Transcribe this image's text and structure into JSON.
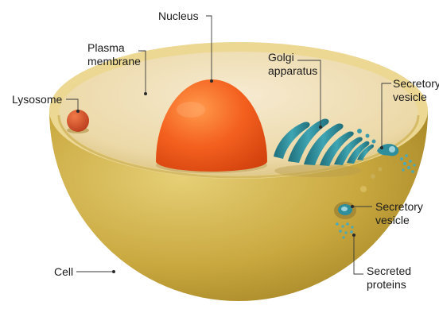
{
  "labels": {
    "nucleus": "Nucleus",
    "plasma_membrane_1": "Plasma",
    "plasma_membrane_2": "membrane",
    "golgi_1": "Golgi",
    "golgi_2": "apparatus",
    "lysosome": "Lysosome",
    "secretory_vesicle_top_1": "Secretory",
    "secretory_vesicle_top_2": "vesicle",
    "secretory_vesicle_bottom_1": "Secretory",
    "secretory_vesicle_bottom_2": "vesicle",
    "cell": "Cell",
    "secreted_proteins_1": "Secreted",
    "secreted_proteins_2": "proteins"
  },
  "colors": {
    "cell_outer": "#c8a93c",
    "cell_rim": "#ecd893",
    "cytoplasm": "#e8d7a4",
    "nucleus": "#f05a22",
    "lysosome": "#d9481f",
    "golgi": "#2f8e9b",
    "vesicle": "#3a9cab"
  }
}
